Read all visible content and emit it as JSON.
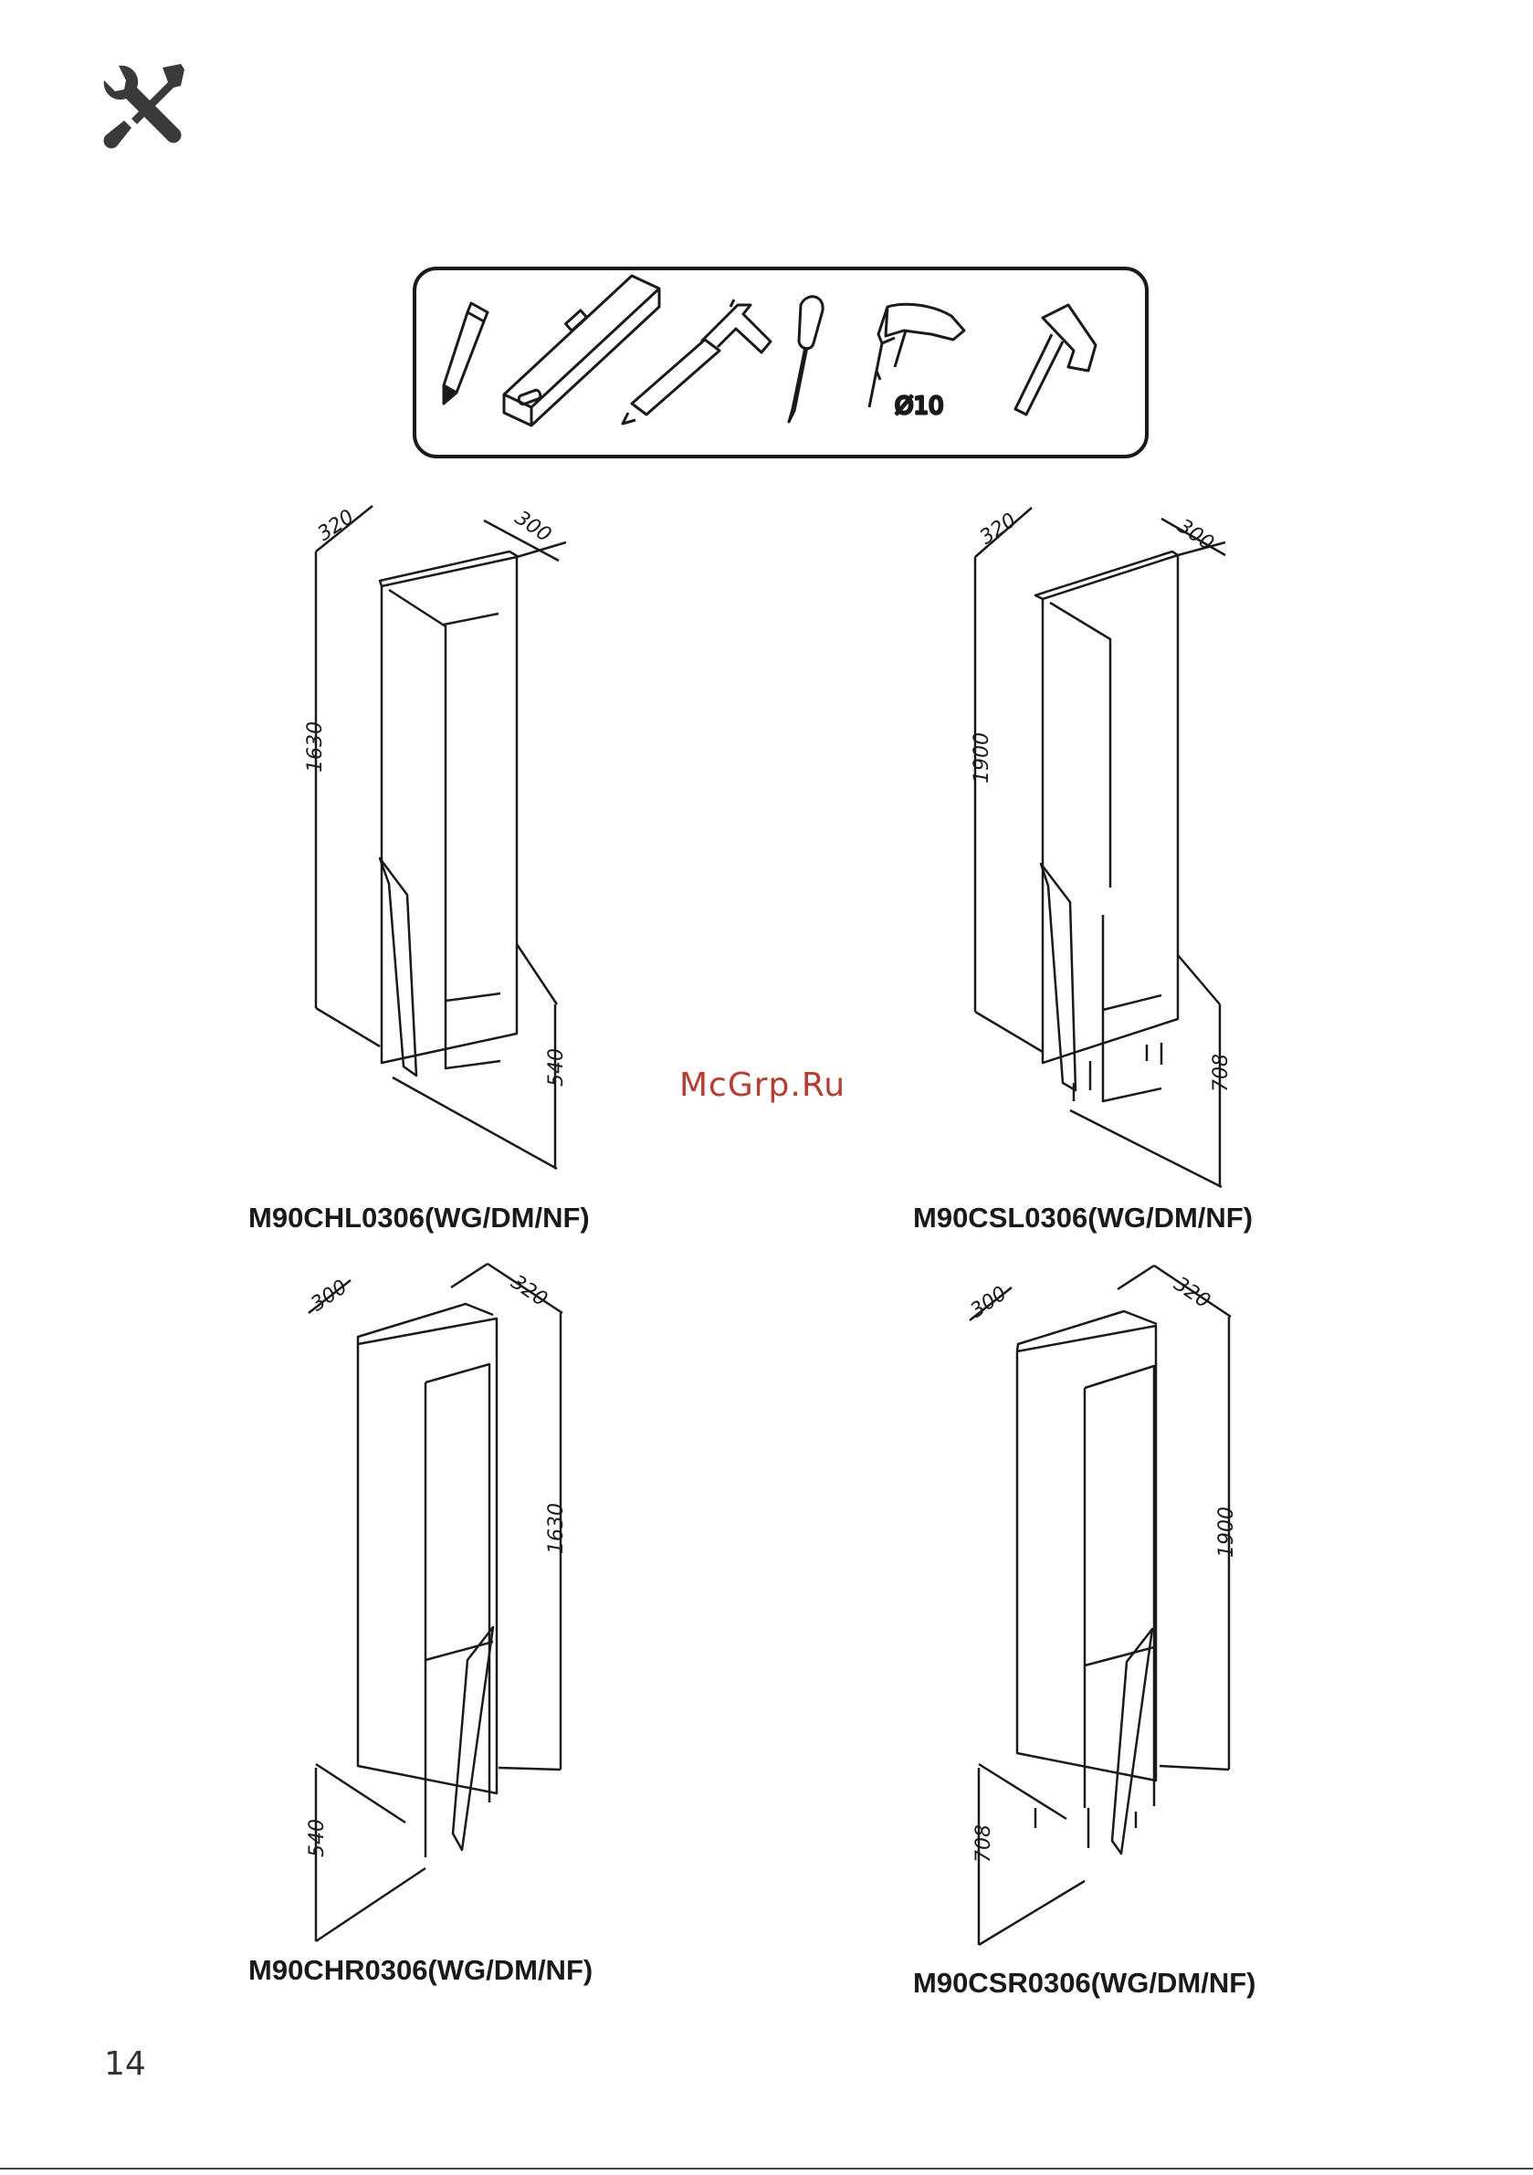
{
  "header": {
    "icon": "wrench-screwdriver-icon"
  },
  "tools": {
    "items": [
      "pencil-icon",
      "spirit-level-icon",
      "caulking-gun-icon",
      "screwdriver-icon",
      "drill-icon",
      "hammer-icon"
    ],
    "drill_size": "Ø10"
  },
  "cabinets": [
    {
      "model": "M90CHL0306(WG/DM/NF)",
      "depth": "320",
      "width": "300",
      "height": "1630",
      "base": "540"
    },
    {
      "model": "M90CSL0306(WG/DM/NF)",
      "depth": "320",
      "width": "300",
      "height": "1900",
      "base": "708"
    },
    {
      "model": "M90CHR0306(WG/DM/NF)",
      "depth": "320",
      "width": "300",
      "height": "1630",
      "base": "540"
    },
    {
      "model": "M90CSR0306(WG/DM/NF)",
      "depth": "320",
      "width": "300",
      "height": "1900",
      "base": "708"
    }
  ],
  "watermark": "McGrp.Ru",
  "page_number": "14"
}
